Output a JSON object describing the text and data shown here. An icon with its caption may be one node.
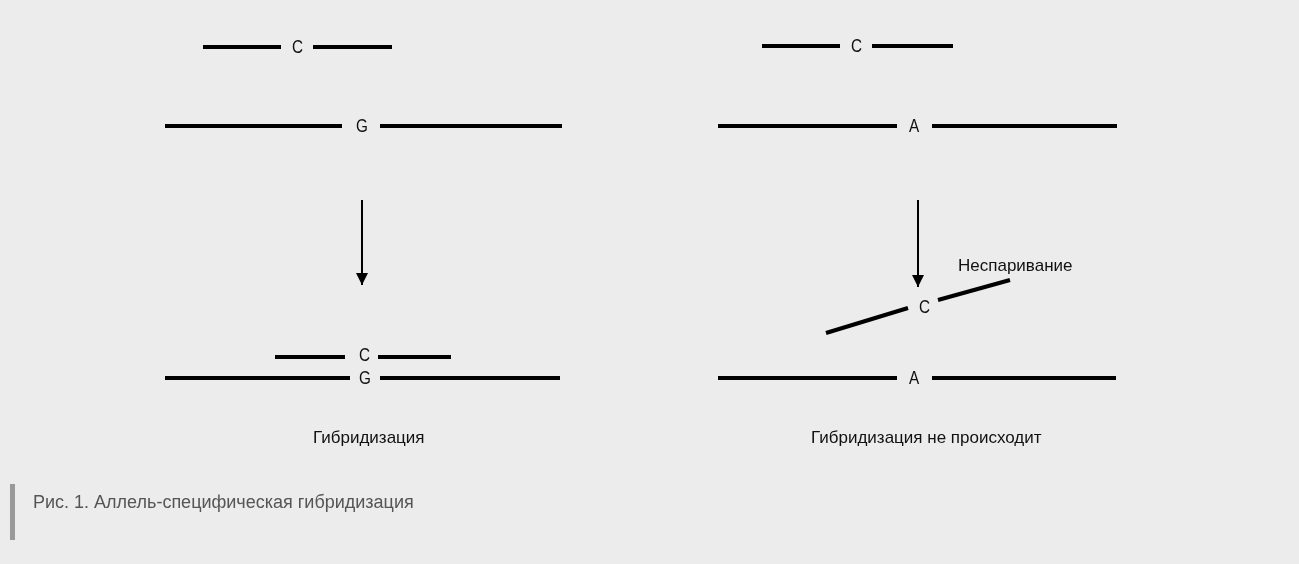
{
  "diagram": {
    "caption": "Рис. 1. Аллель-специфическая гибридизация",
    "nodes": [
      {
        "text": [
          "C"
        ]
      },
      {
        "text": [
          "G"
        ]
      },
      {
        "text": [
          "C"
        ]
      },
      {
        "text": [
          "G"
        ]
      },
      {
        "text": [
          "C"
        ]
      },
      {
        "text": [
          "A"
        ]
      },
      {
        "text": [
          "C"
        ]
      },
      {
        "text": [
          "A"
        ]
      }
    ],
    "edges": [
      {
        "from": 1,
        "to": 2,
        "arrow": "to"
      },
      {
        "from": 5,
        "to": 6,
        "arrow": "to"
      }
    ],
    "labels": [
      "Неспаривание",
      "Гибридизация",
      "Гибридизация не происходит"
    ]
  }
}
